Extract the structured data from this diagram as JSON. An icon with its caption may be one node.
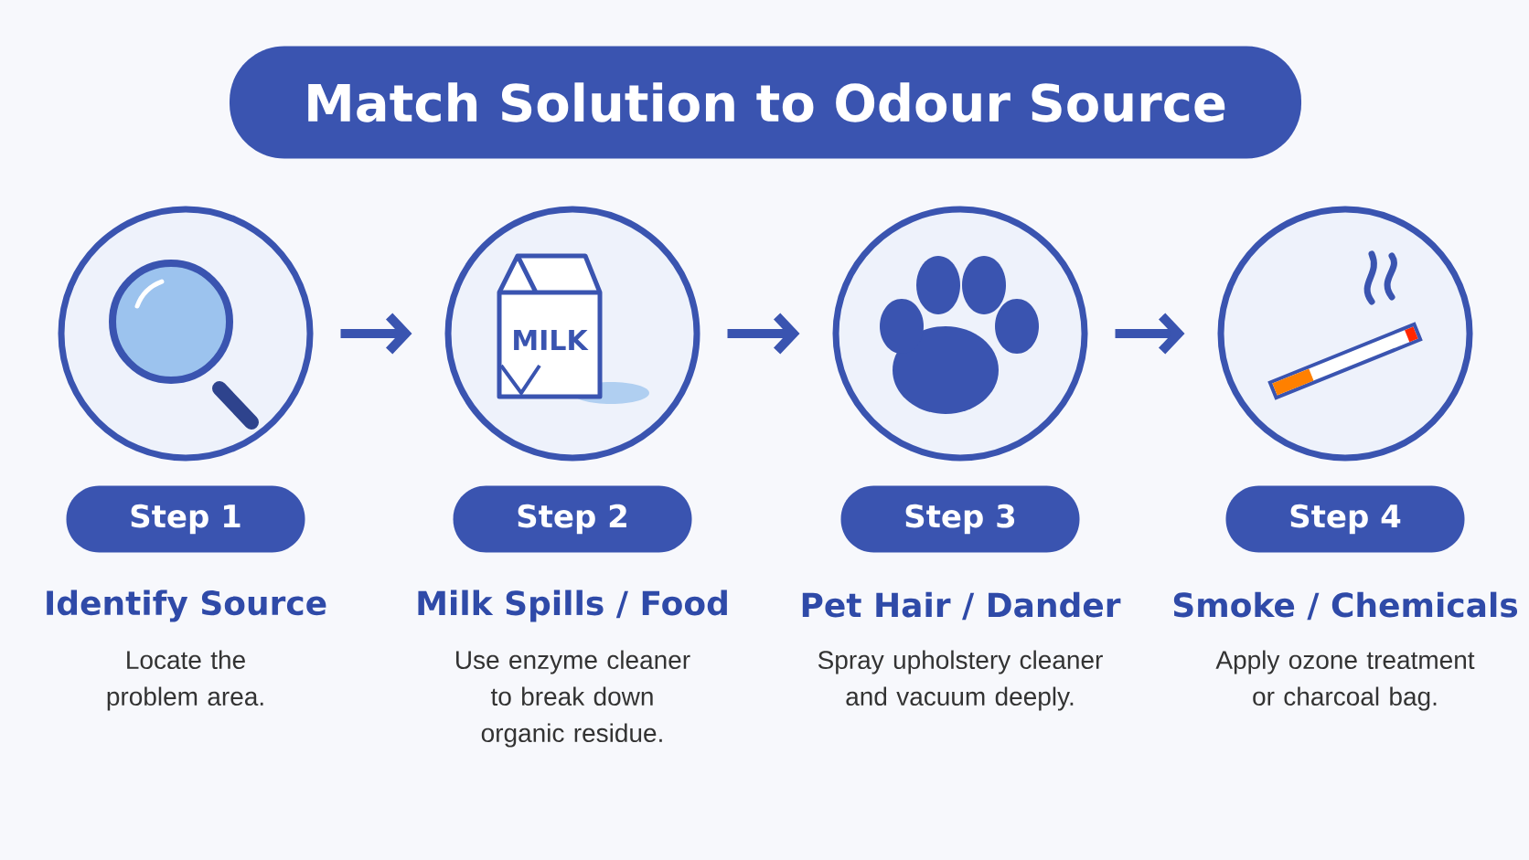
{
  "diagram": {
    "title": "Match Solution to Odour Source",
    "nodes": [
      {
        "text": [],
        "shape": "circle"
      },
      {
        "text": [],
        "shape": "circle"
      },
      {
        "text": [],
        "shape": "circle"
      },
      {
        "text": [],
        "shape": "circle"
      },
      {
        "text": [
          "Step 1"
        ],
        "beside": [
          "Identify Source",
          "Locate the problem area."
        ]
      },
      {
        "text": [
          "Step 2"
        ],
        "beside": [
          "Milk Spills / Food",
          "Use enzyme cleaner to break down organic residue."
        ]
      },
      {
        "text": [
          "Step 3"
        ],
        "beside": [
          "Pet Hair / Dander",
          "Spray upholstery cleaner and vacuum deeply."
        ]
      },
      {
        "text": [
          "Step 4"
        ],
        "beside": [
          "Smoke / Chemicals",
          "Apply ozone treatment or charcoal bag."
        ]
      }
    ],
    "edges": [
      {
        "from": 0,
        "to": 1,
        "arrow": "to"
      },
      {
        "from": 1,
        "to": 2,
        "arrow": "to"
      },
      {
        "from": 2,
        "to": 3,
        "arrow": "to"
      }
    ],
    "labels": [
      "MILK"
    ]
  }
}
